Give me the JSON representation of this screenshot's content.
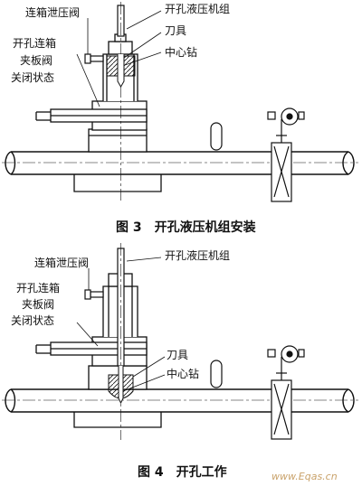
{
  "figures": [
    {
      "labels": {
        "bleed_valve": "连箱泄压阀",
        "unit": "开孔液压机组",
        "cutter": "刀具",
        "clamp_line1": "开孔连箱",
        "clamp_line2": "夹板阀",
        "clamp_line3": "关闭状态",
        "pilot_drill": "中心钻"
      },
      "caption": "图 3　开孔液压机组安装"
    },
    {
      "labels": {
        "bleed_valve": "连箱泄压阀",
        "unit": "开孔液压机组",
        "clamp_line1": "开孔连箱",
        "clamp_line2": "夹板阀",
        "clamp_line3": "关闭状态",
        "cutter": "刀具",
        "pilot_drill": "中心钻"
      },
      "caption": "图 4　开孔工作"
    }
  ],
  "watermark": "www.Eqas.cn"
}
